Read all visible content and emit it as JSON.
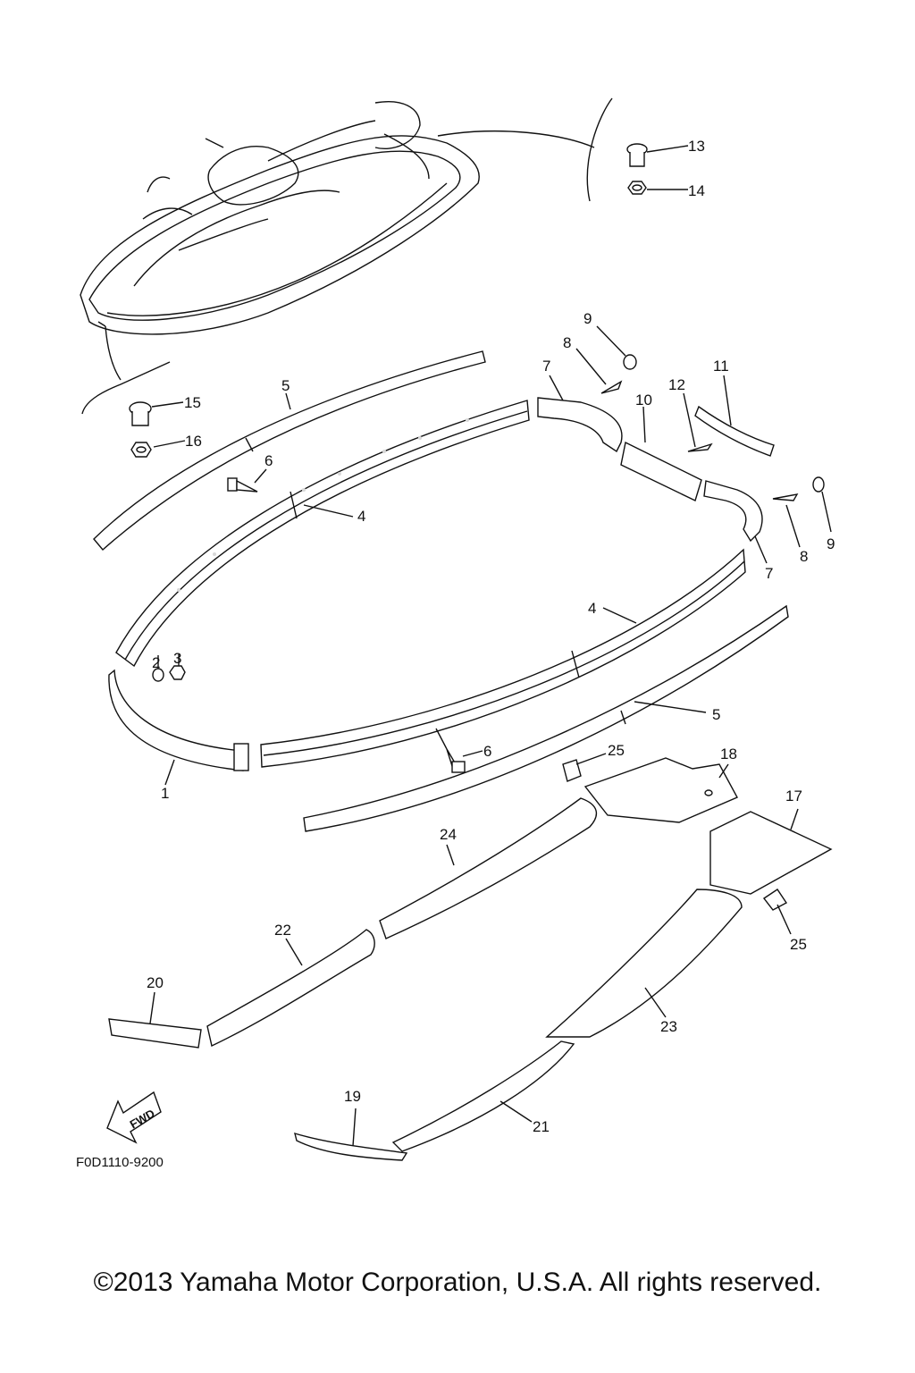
{
  "diagram": {
    "callouts": [
      "1",
      "2",
      "3",
      "4",
      "4",
      "5",
      "5",
      "6",
      "6",
      "7",
      "7",
      "8",
      "8",
      "9",
      "9",
      "10",
      "11",
      "12",
      "13",
      "14",
      "15",
      "16",
      "17",
      "18",
      "19",
      "20",
      "21",
      "22",
      "23",
      "24",
      "25",
      "25"
    ],
    "fwd_label": "FWD",
    "drawing_code": "F0D1110-9200"
  },
  "footer": {
    "copyright": "©2013 Yamaha Motor Corporation, U.S.A. All rights reserved."
  }
}
